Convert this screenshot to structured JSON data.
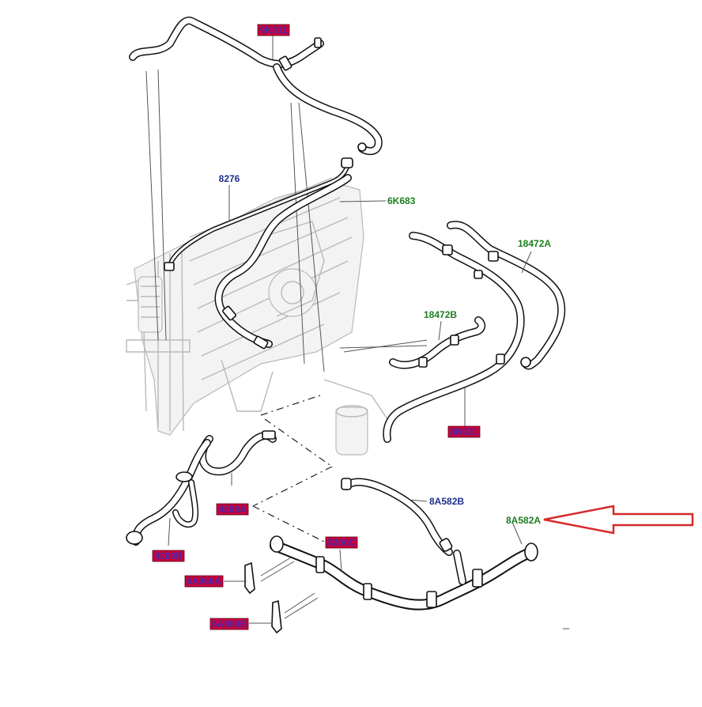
{
  "labels": {
    "p9K311": "9K311",
    "p8276": "8276",
    "p6K683": "6K683",
    "p18472A": "18472A",
    "p18472B": "18472B",
    "p8N021": "8N021",
    "p8A582B": "8A582B",
    "p8A582A": "8A582A",
    "p8260A": "8260A",
    "p8260B": "8260B",
    "p8260C": "8260C",
    "p6A960A": "6A960A",
    "p6A960B": "6A960B"
  },
  "colors": {
    "green_label": "#1e7d1e",
    "blue_label": "#1f2f8c",
    "red_tag": "#c8003a",
    "arrow": "#d62a2a"
  }
}
